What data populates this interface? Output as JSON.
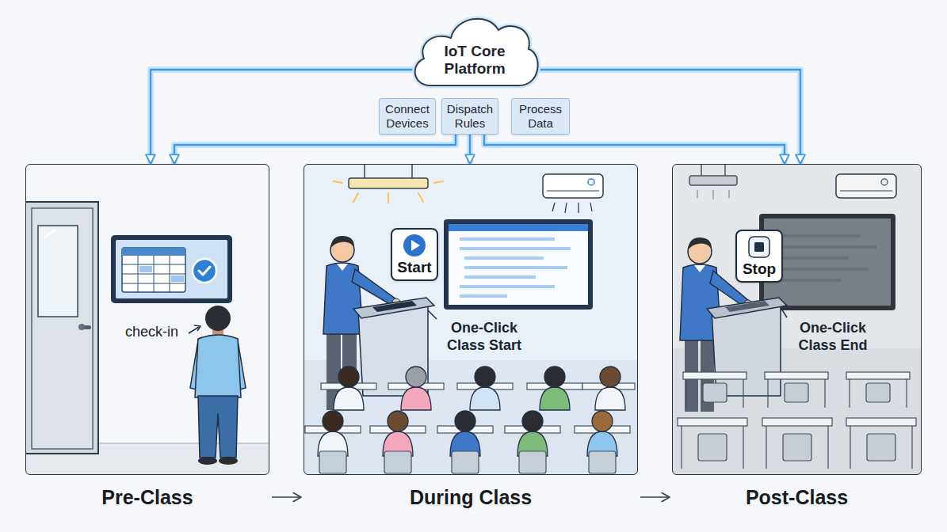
{
  "diagram": {
    "nodes": [
      {
        "text": [
          "IoT Core Platform"
        ]
      },
      {
        "text": [
          "Connect Devices"
        ]
      },
      {
        "text": [
          "Dispatch Rules"
        ]
      },
      {
        "text": [
          "Process Data"
        ]
      },
      {
        "text": [
          "Pre-Class"
        ]
      },
      {
        "text": [
          "During Class"
        ]
      },
      {
        "text": [
          "Start"
        ],
        "in": 5
      },
      {
        "text": [
          "Post-Class"
        ]
      },
      {
        "text": [
          "Stop"
        ],
        "in": 7
      }
    ],
    "edges": [
      {
        "from": 0,
        "to": 4,
        "arrow": "to"
      },
      {
        "from": 2,
        "to": 4,
        "arrow": "to"
      },
      {
        "from": 2,
        "to": 5,
        "arrow": "to"
      },
      {
        "from": 2,
        "to": 7,
        "arrow": "to"
      },
      {
        "from": 0,
        "to": 7,
        "arrow": "to"
      },
      {
        "from": 4,
        "to": 5,
        "arrow": "to"
      },
      {
        "from": 5,
        "to": 7,
        "arrow": "to"
      }
    ],
    "labels": [
      "check-in",
      "One-Click Class Start",
      "One-Click Class End"
    ]
  }
}
